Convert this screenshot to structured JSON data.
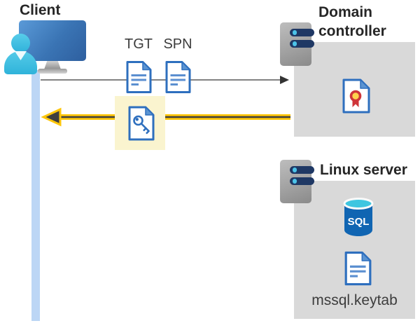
{
  "labels": {
    "client": "Client",
    "domain_controller": "Domain controller",
    "linux_server": "Linux server",
    "tgt": "TGT",
    "spn": "SPN",
    "keytab_file": "mssql.keytab",
    "sql": "SQL"
  },
  "colors": {
    "box_gray": "#d9d9d9",
    "lifeline_blue": "#bcd6f5",
    "highlight_yellow": "#faf4cf",
    "arrow_yellow": "#fec60a",
    "arrow_dark": "#3f3f3f",
    "request_arrow_gray": "#595959",
    "doc_blue": "#2e6fbe",
    "doc_fold": "#5b94d2",
    "doc_line": "#5b8fd0",
    "server_navy": "#1f3864",
    "accent_cyan": "#4cc3e8",
    "sql_blue": "#1065b2",
    "sql_top_cyan": "#3ec6e0",
    "cert_red": "#cf3539",
    "cert_yellow": "#ffd24d"
  }
}
